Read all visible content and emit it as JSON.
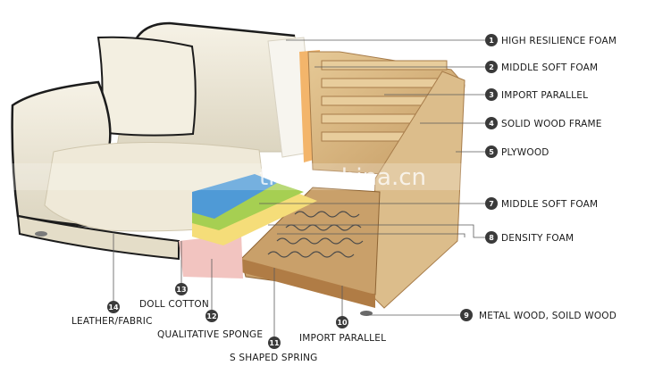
{
  "watermark": "trade.china.cn",
  "callouts": [
    {
      "n": "1",
      "label": "HIGH RESILIENCE FOAM"
    },
    {
      "n": "2",
      "label": "MIDDLE SOFT FOAM"
    },
    {
      "n": "3",
      "label": "IMPORT PARALLEL"
    },
    {
      "n": "4",
      "label": "SOLID WOOD FRAME"
    },
    {
      "n": "5",
      "label": "PLYWOOD"
    },
    {
      "n": "7",
      "label": "MIDDLE SOFT FOAM"
    },
    {
      "n": "8",
      "label": "DENSITY FOAM"
    },
    {
      "n": "9",
      "label": "METAL WOOD, SOILD WOOD"
    },
    {
      "n": "10",
      "label": "IMPORT PARALLEL"
    },
    {
      "n": "11",
      "label": "S SHAPED SPRING"
    },
    {
      "n": "12",
      "label": "QUALITATIVE SPONGE"
    },
    {
      "n": "13",
      "label": "DOLL COTTON"
    },
    {
      "n": "14",
      "label": "LEATHER/FABRIC"
    }
  ],
  "colors": {
    "leather": "#efeadb",
    "piping": "#1c1c1c",
    "wood": "#d9b784",
    "wood_dark": "#b88b55",
    "foam_orange": "#f3b56b",
    "foam_blue": "#4f9ad6",
    "foam_green": "#a6cf52",
    "foam_yellow": "#f5dd79",
    "sponge_pink": "#f2c4c0",
    "badge": "#3a3a3a"
  }
}
